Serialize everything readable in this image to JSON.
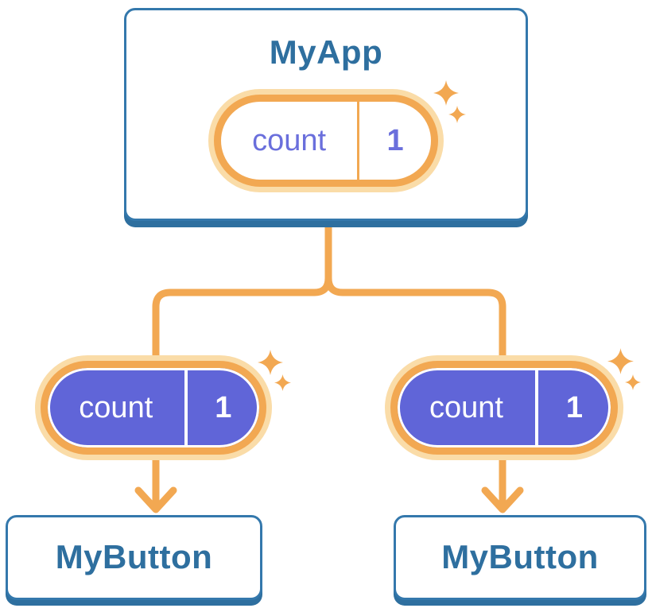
{
  "colors": {
    "bg": "#FFFFFF",
    "orange": "#F2A852",
    "orange_light": "#FADCA8",
    "purple_fill": "#6065D8",
    "purple_text": "#6A6FDC",
    "blue_border": "#3478AC",
    "blue_edge": "#2E6F9F",
    "blue_text": "#2E6F9F"
  },
  "root": {
    "title": "MyApp",
    "state_pill": {
      "key": "count",
      "value": "1"
    }
  },
  "children": [
    {
      "title": "MyButton",
      "prop_pill": {
        "key": "count",
        "value": "1"
      }
    },
    {
      "title": "MyButton",
      "prop_pill": {
        "key": "count",
        "value": "1"
      }
    }
  ]
}
